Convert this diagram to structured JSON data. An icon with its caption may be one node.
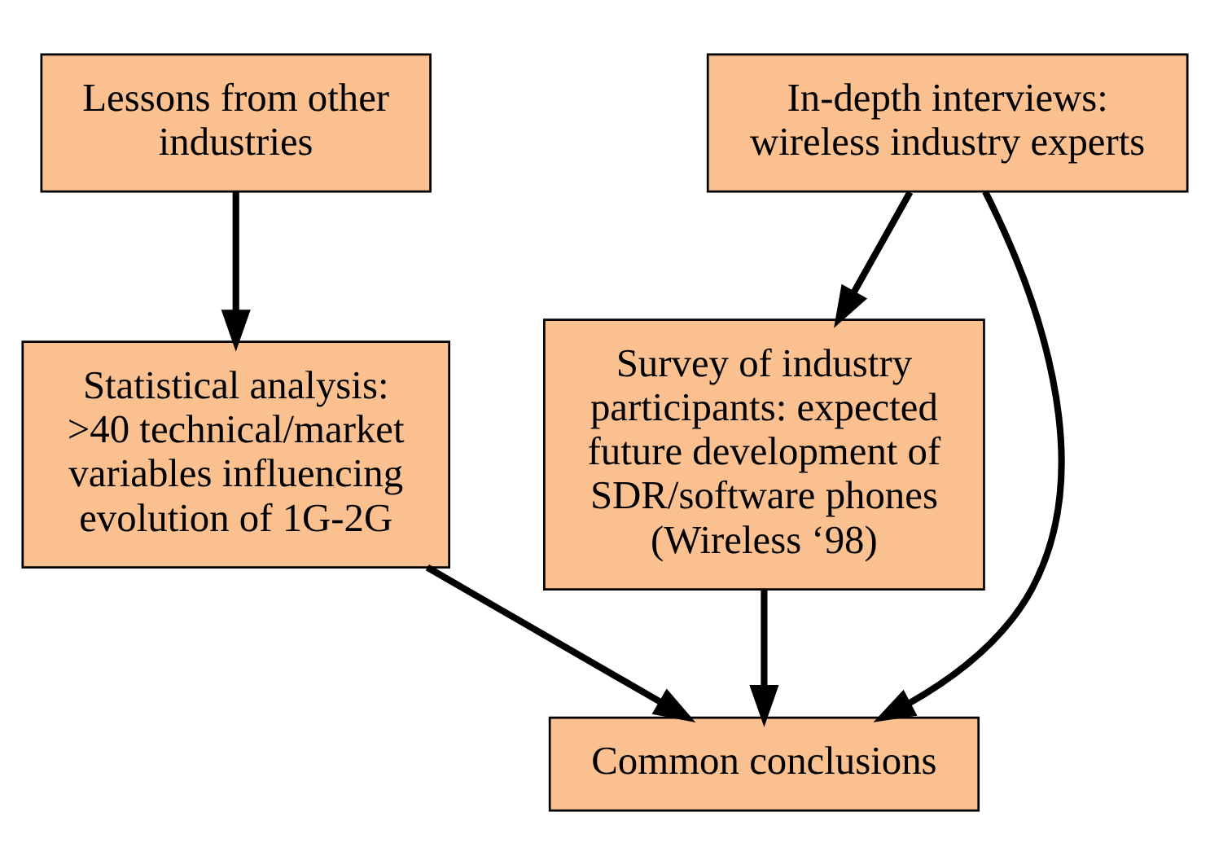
{
  "diagram": {
    "nodes": [
      {
        "text": [
          "Lessons from other industries"
        ]
      },
      {
        "text": [
          "In-depth interviews: wireless industry experts"
        ]
      },
      {
        "text": [
          "Statistical analysis: >40 technical/market variables influencing evolution of 1G-2G"
        ]
      },
      {
        "text": [
          "Survey of industry participants: expected future development of SDR/software phones (Wireless ‘98)"
        ]
      },
      {
        "text": [
          "Common conclusions"
        ]
      }
    ],
    "edges": [
      {
        "from": 0,
        "to": 2,
        "arrow": "to"
      },
      {
        "from": 1,
        "to": 3,
        "arrow": "to"
      },
      {
        "from": 1,
        "to": 4,
        "arrow": "to"
      },
      {
        "from": 2,
        "to": 4,
        "arrow": "to"
      },
      {
        "from": 3,
        "to": 4,
        "arrow": "to"
      }
    ]
  }
}
